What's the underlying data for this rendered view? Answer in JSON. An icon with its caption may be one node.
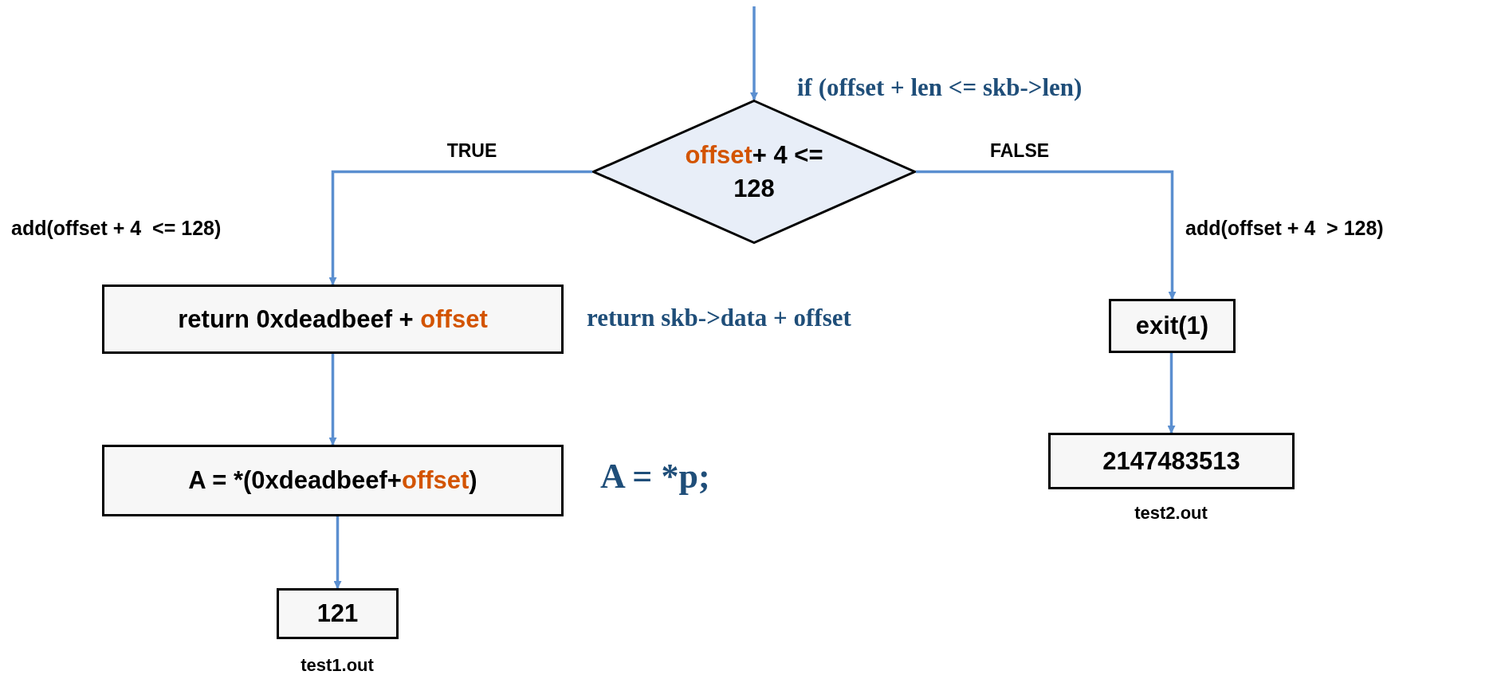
{
  "diagram": {
    "nodes": [
      {
        "text": [
          "**offset**+ 4 <= 128"
        ],
        "beside": [
          "if (offset + len <= skb->len)"
        ]
      },
      {
        "text": [
          "return 0xdeadbeef + **offset**"
        ],
        "beside": [
          "return skb->data + offset"
        ]
      },
      {
        "text": [
          "A = *(0xdeadbeef+**offset**)"
        ],
        "beside": [
          "A = *p;"
        ]
      },
      {
        "text": [
          "121"
        ],
        "beside": [
          "test1.out"
        ]
      },
      {
        "text": [
          "exit(1)"
        ]
      },
      {
        "text": [
          "2147483513"
        ],
        "beside": [
          "test2.out"
        ]
      }
    ],
    "edges": [
      {
        "from": null,
        "to": 0,
        "arrow": "to"
      },
      {
        "from": 0,
        "to": 1,
        "arrow": "to",
        "label": "TRUE"
      },
      {
        "from": 1,
        "to": 2,
        "arrow": "to"
      },
      {
        "from": 2,
        "to": 3,
        "arrow": "to"
      },
      {
        "from": 0,
        "to": 4,
        "arrow": "to",
        "label": "FALSE"
      },
      {
        "from": 4,
        "to": 5,
        "arrow": "to"
      }
    ],
    "labels": [
      "add(offset + 4  <= 128)",
      "add(offset + 4  > 128)"
    ]
  }
}
